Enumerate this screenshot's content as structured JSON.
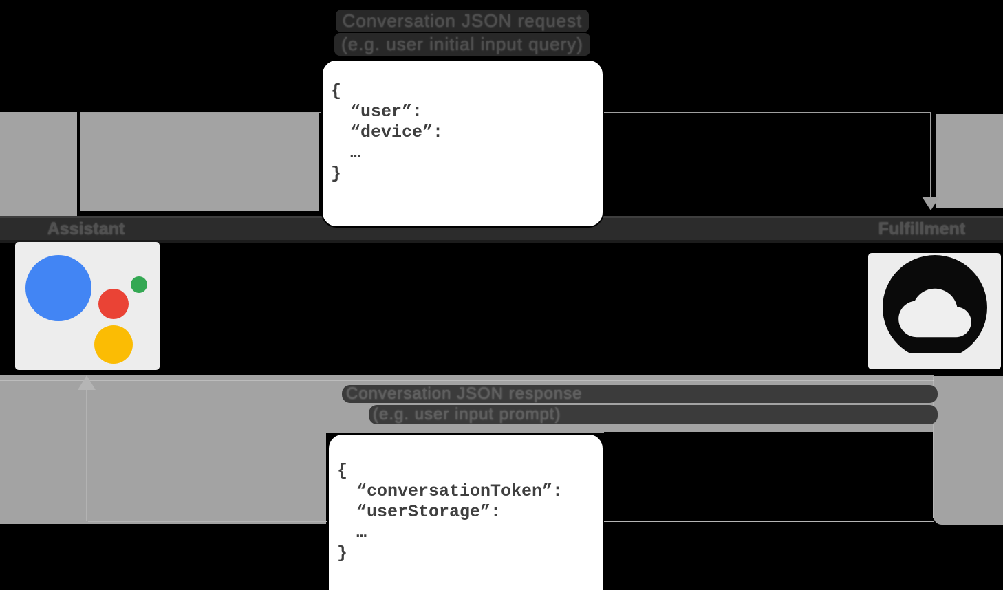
{
  "top_label": {
    "line1": "Conversation JSON request",
    "line2": "(e.g. user initial input query)"
  },
  "bottom_label": {
    "line1": "Conversation JSON response",
    "line2": "(e.g. user input prompt)"
  },
  "nodes": {
    "assistant": "Assistant",
    "fulfillment": "Fulfillment"
  },
  "request_json": {
    "lines": [
      "{",
      "“user”:",
      "“device”:",
      "…",
      "}"
    ]
  },
  "response_json": {
    "lines": [
      "{",
      "“conversationToken”:",
      "“userStorage”:",
      "…",
      "}"
    ]
  },
  "icons": {
    "assistant_logo": "google-assistant-logo",
    "cloud": "cloud-icon"
  },
  "colors": {
    "google_blue": "#4285f4",
    "google_red": "#ea4335",
    "google_green": "#34a853",
    "google_yellow": "#fbbc04",
    "backdrop_gray": "#a3a3a3",
    "tile_background": "#ededed",
    "arrow_gray": "#9f9f9f"
  }
}
